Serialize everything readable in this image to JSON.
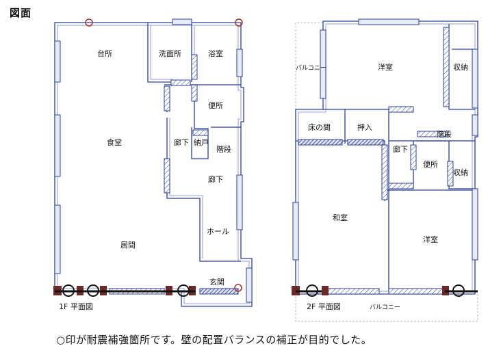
{
  "heading": "図面",
  "floor1": {
    "caption": "1F 平面図",
    "rooms": {
      "kitchen": "台所",
      "washroom": "洗面所",
      "bath": "浴室",
      "toilet": "便所",
      "dining": "食堂",
      "corridor": "廊下",
      "storage": "納戸",
      "stairs": "階段",
      "corridor2": "廊下",
      "hall": "ホール",
      "living": "居間",
      "entrance": "玄関"
    }
  },
  "floor2": {
    "caption": "2F 平面図",
    "rooms": {
      "balcony_left": "バルコニー",
      "western1": "洋室",
      "closet1": "収納",
      "tokonoma": "床の間",
      "oshiire": "押入",
      "stairs": "階段",
      "corridor": "廊下",
      "toilet": "便所",
      "closet2": "収納",
      "japanese": "和室",
      "western2": "洋室",
      "balcony_bottom": "バルコニー"
    }
  },
  "note": "○印が耐震補強箇所です。壁の配置バランスの補正が目的でした。",
  "colors": {
    "wall": "#2b3f9a",
    "wall_inner": "#a7b4de",
    "column": "#6b2a2a",
    "hatch": "#2b3f9a"
  }
}
